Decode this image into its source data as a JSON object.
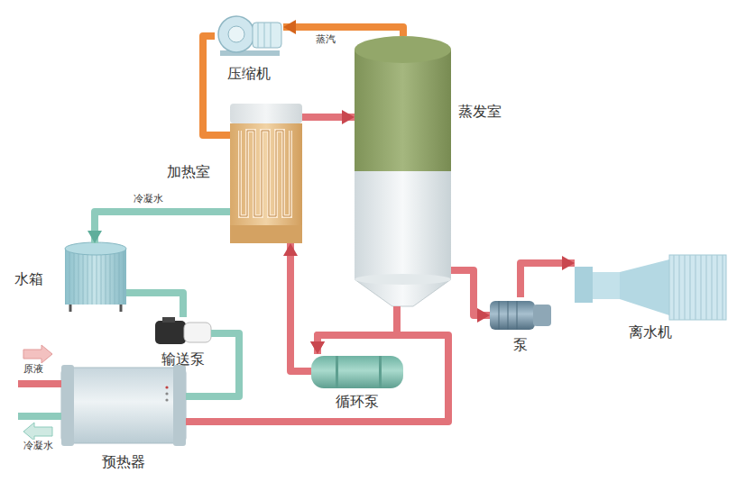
{
  "diagram": {
    "nodes": [
      {
        "text": [
          "压缩机"
        ]
      },
      {
        "text": [
          "蒸发室"
        ]
      },
      {
        "text": [
          "加热室"
        ]
      },
      {
        "text": [
          "水箱"
        ]
      },
      {
        "text": [
          "输送泵"
        ]
      },
      {
        "text": [
          "预热器"
        ]
      },
      {
        "text": [
          "循环泵"
        ]
      },
      {
        "text": [
          "泵"
        ]
      },
      {
        "text": [
          "离水机"
        ]
      }
    ],
    "edges": [
      {
        "from": 1,
        "to": 0,
        "arrow": "to",
        "label": "蒸汽"
      },
      {
        "from": 0,
        "to": 2,
        "arrow": "none"
      },
      {
        "from": 2,
        "to": 1,
        "arrow": "to"
      },
      {
        "from": 2,
        "to": 3,
        "arrow": "to",
        "label": "冷凝水"
      },
      {
        "from": 3,
        "to": 4,
        "arrow": "none"
      },
      {
        "from": 4,
        "to": 5,
        "arrow": "none"
      },
      {
        "from": 5,
        "to": 6,
        "arrow": "to"
      },
      {
        "from": 1,
        "to": 6,
        "arrow": "to"
      },
      {
        "from": 6,
        "to": 2,
        "arrow": "to"
      },
      {
        "from": 1,
        "to": 7,
        "arrow": "to"
      },
      {
        "from": 7,
        "to": 8,
        "arrow": "to"
      }
    ],
    "labels": [
      "原液",
      "冷凝水"
    ]
  }
}
